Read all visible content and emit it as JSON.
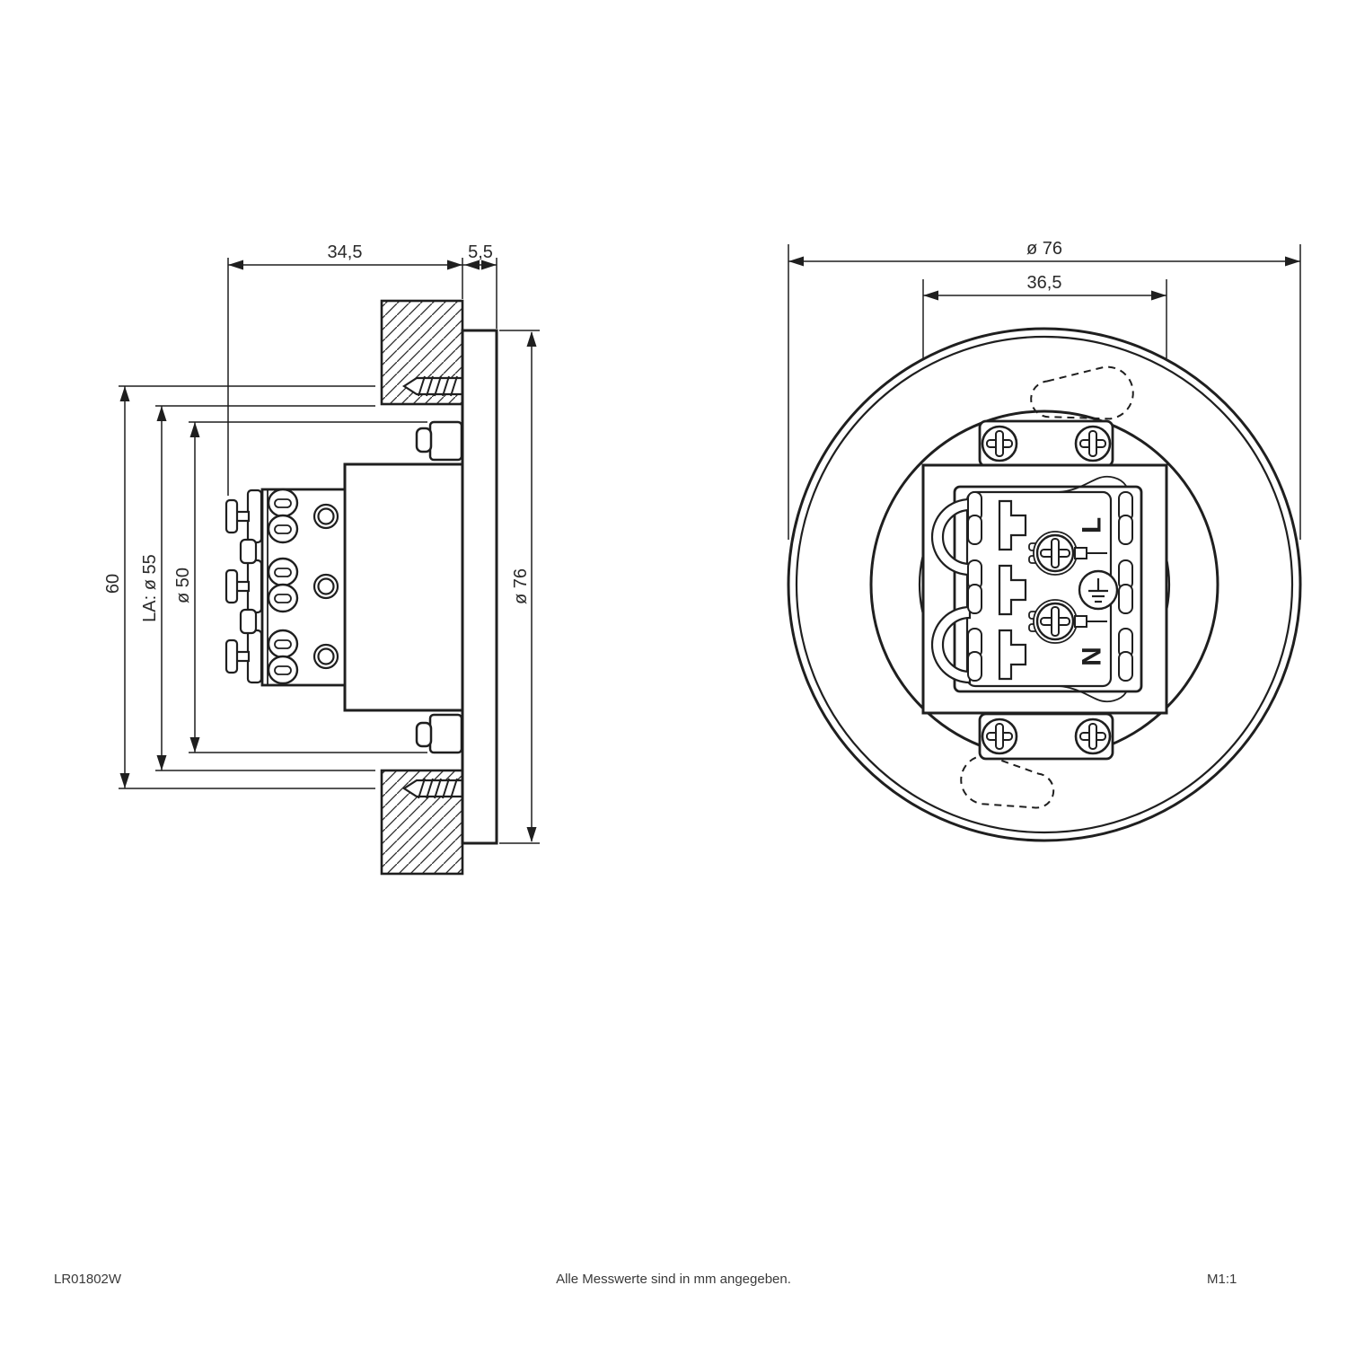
{
  "side_view": {
    "dim_recess_depth": "34,5",
    "dim_flange_thickness": "5,5",
    "dim_fixing_spacing": "60",
    "dim_ceiling_cutout": "LA: ø 55",
    "dim_body_diameter": "ø 50",
    "dim_flange_diameter": "ø 76"
  },
  "front_view": {
    "dim_outer_diameter": "ø 76",
    "dim_gear_tray_width": "36,5",
    "terminal_live": "L",
    "terminal_neutral": "N"
  },
  "footer": {
    "article_number": "LR01802W",
    "note": "Alle Messwerte sind in mm angegeben.",
    "scale_label": "M1:1"
  },
  "colors": {
    "line": "#1f1f1f",
    "background": "#ffffff",
    "text": "#2a2a2a"
  }
}
